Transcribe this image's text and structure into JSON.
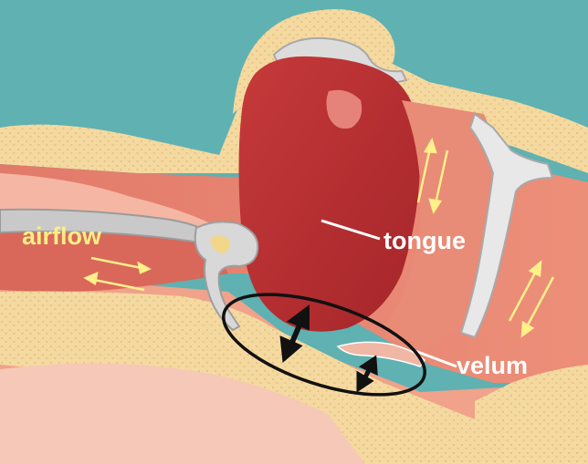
{
  "labels": {
    "airflow": "airflow",
    "tongue": "tongue",
    "velum": "velum"
  },
  "colors": {
    "sky": "#5fb1b2",
    "fat": "#f4d9a0",
    "fat_dots": "#e6be7a",
    "flesh_light": "#f0a28b",
    "flesh_mid": "#e6806c",
    "tongue_dark": "#b22d30",
    "tongue_mid": "#c6403f",
    "bone": "#dcdcdc",
    "bone_edge": "#a9a9a9",
    "arrow_yellow": "#fff08a",
    "label_white": "#ffffff",
    "label_yellow": "#fdee86",
    "ellipse": "#111111",
    "pink_bottom": "#f6c8b8"
  },
  "icons": {
    "airflow_arrows": "double-horizontal-arrows-icon",
    "tongue_arrows": "double-vertical-arrows-icon",
    "velum_arrows": "double-diagonal-arrows-icon",
    "motion_arrows": "black-bidirectional-arrow-icon",
    "obstruction_ring": "ellipse-outline-icon"
  }
}
